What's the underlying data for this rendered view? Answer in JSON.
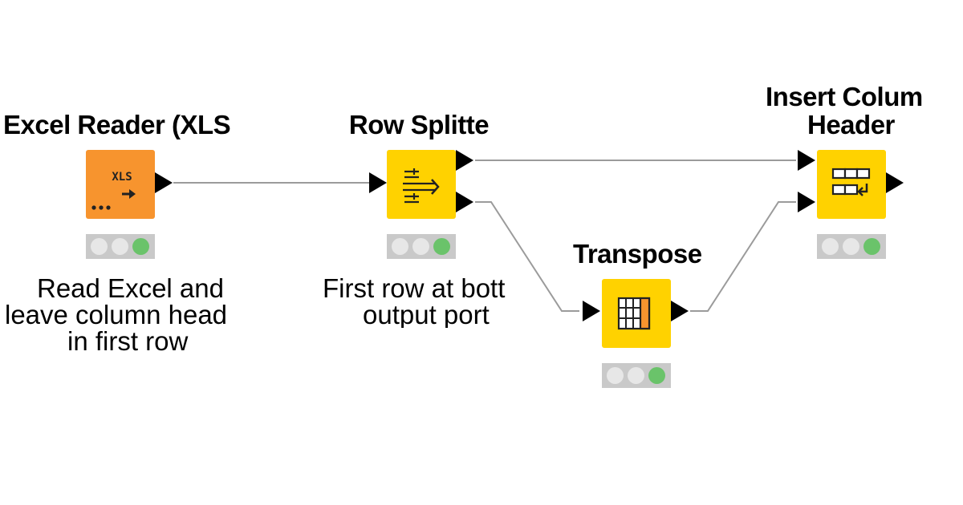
{
  "workflow": {
    "nodes": {
      "excel_reader": {
        "title": "Excel Reader (XLS",
        "icon_text": "XLS",
        "description": [
          "Read Excel and",
          "leave column head",
          "in first row"
        ],
        "color": "#f7942e",
        "status": "executed"
      },
      "row_splitter": {
        "title": "Row Splitte",
        "description": [
          "First row at bott",
          "output port"
        ],
        "color": "#ffd200",
        "status": "executed"
      },
      "transpose": {
        "title": "Transpose",
        "color": "#ffd200",
        "status": "executed"
      },
      "insert_column_header": {
        "title": [
          "Insert Colum",
          "Header"
        ],
        "color": "#ffd200",
        "status": "executed"
      }
    }
  },
  "colors": {
    "source_node": "#f7942e",
    "manipulator_node": "#ffd200",
    "status_green": "#6ac36a",
    "status_grey": "#e7e7e7",
    "status_bar": "#c9c9c9",
    "connection": "#9b9b9b"
  }
}
